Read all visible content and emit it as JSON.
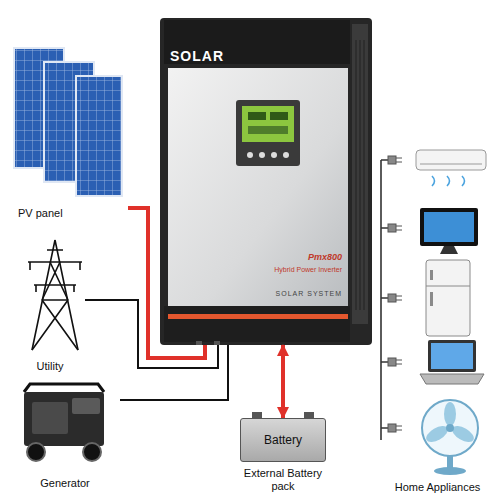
{
  "diagram": {
    "nodes": [
      {
        "text": [
          "PV panel"
        ]
      },
      {
        "text": [
          "SOLAR",
          "Pmx800",
          "Hybrid Power Inverter",
          "SOLAR SYSTEM"
        ]
      },
      {
        "text": [
          "Utility"
        ]
      },
      {
        "text": [
          "Generator"
        ]
      },
      {
        "text": [
          "Battery",
          "External Battery pack"
        ]
      },
      {
        "text": [
          "Home Appliances"
        ]
      }
    ],
    "edges": [
      {
        "from": 0,
        "to": 1,
        "arrow": "none"
      },
      {
        "from": 2,
        "to": 1,
        "arrow": "none"
      },
      {
        "from": 3,
        "to": 1,
        "arrow": "none"
      },
      {
        "from": 1,
        "to": 4,
        "arrow": "both"
      }
    ]
  }
}
